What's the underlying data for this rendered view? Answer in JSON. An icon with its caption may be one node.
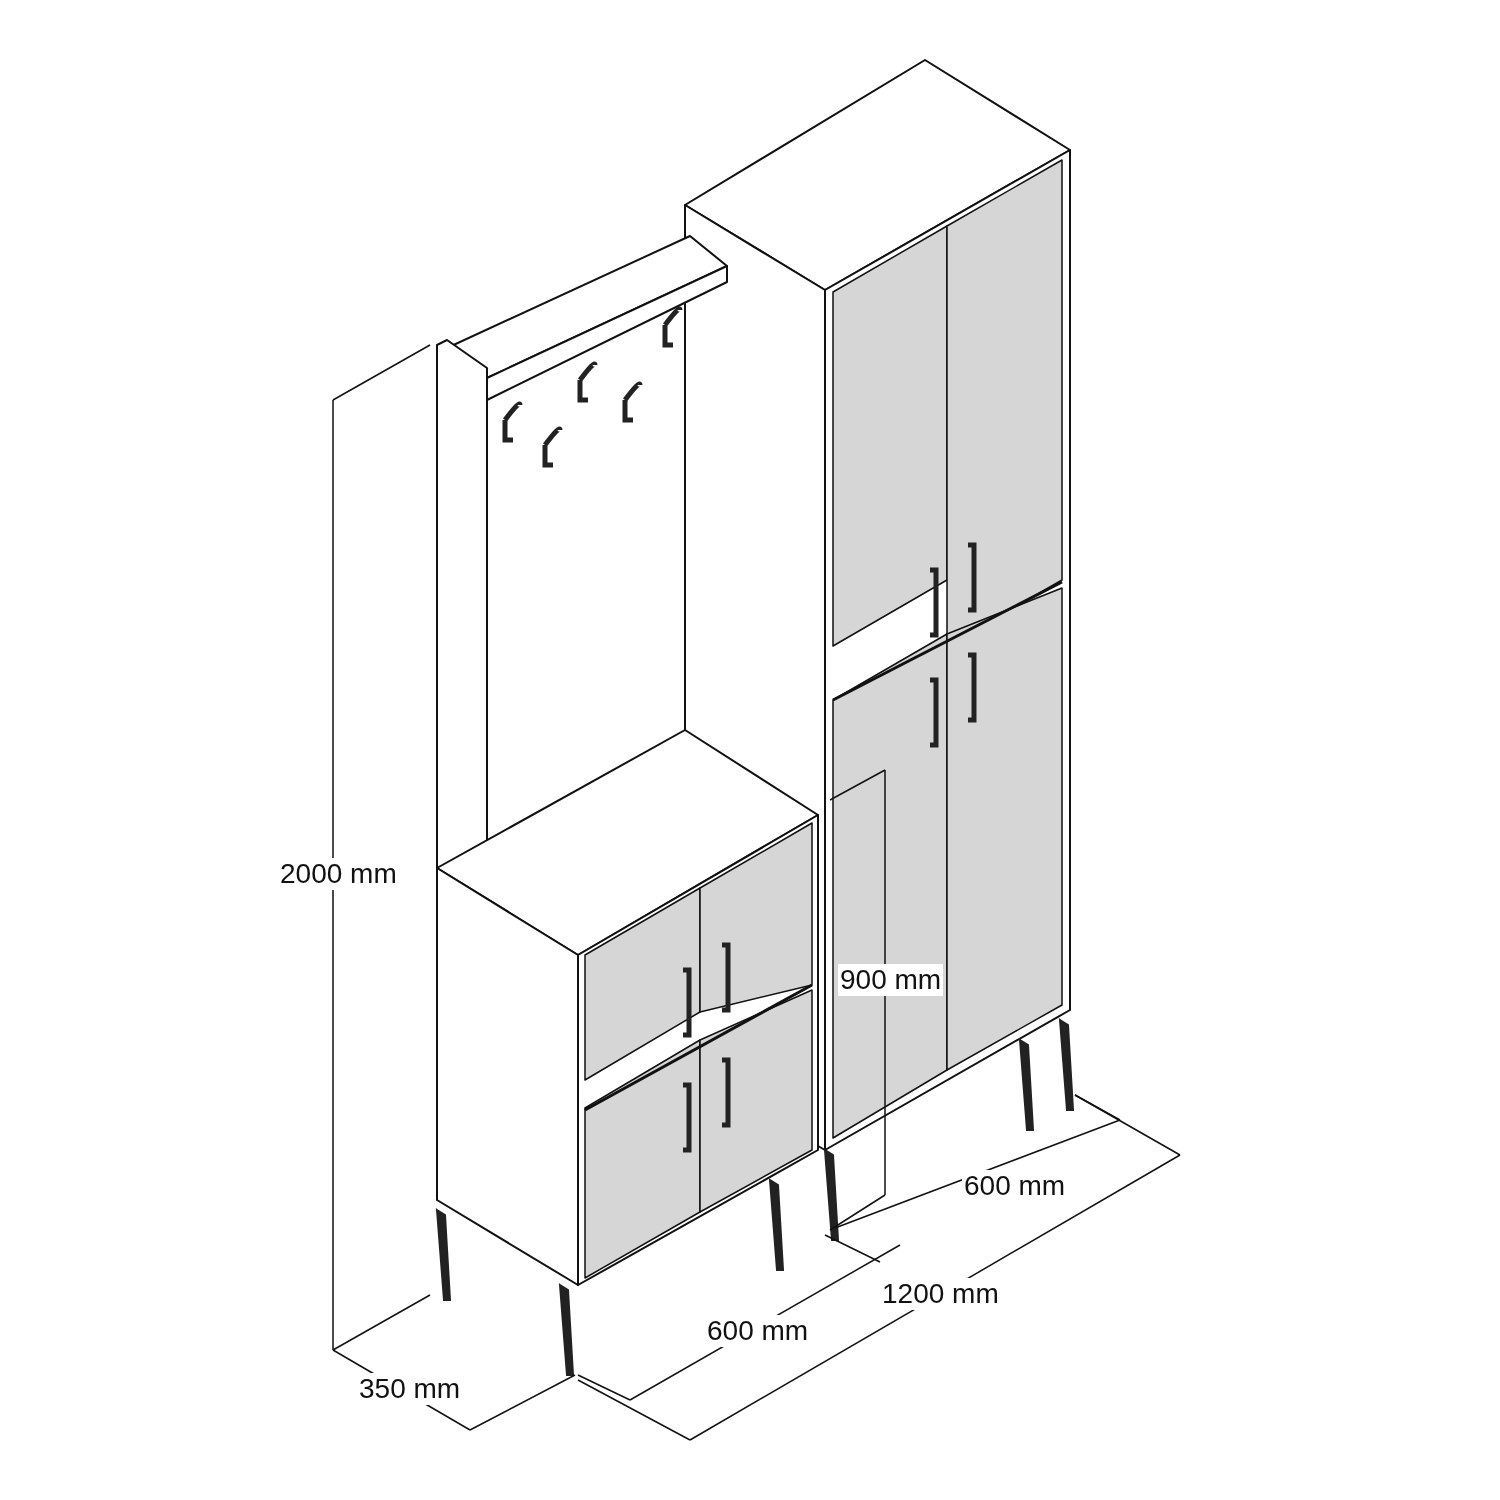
{
  "diagram": {
    "labels": [
      "2000 mm",
      "900 mm",
      "600 mm",
      "1200 mm",
      "600 mm",
      "350 mm"
    ]
  }
}
